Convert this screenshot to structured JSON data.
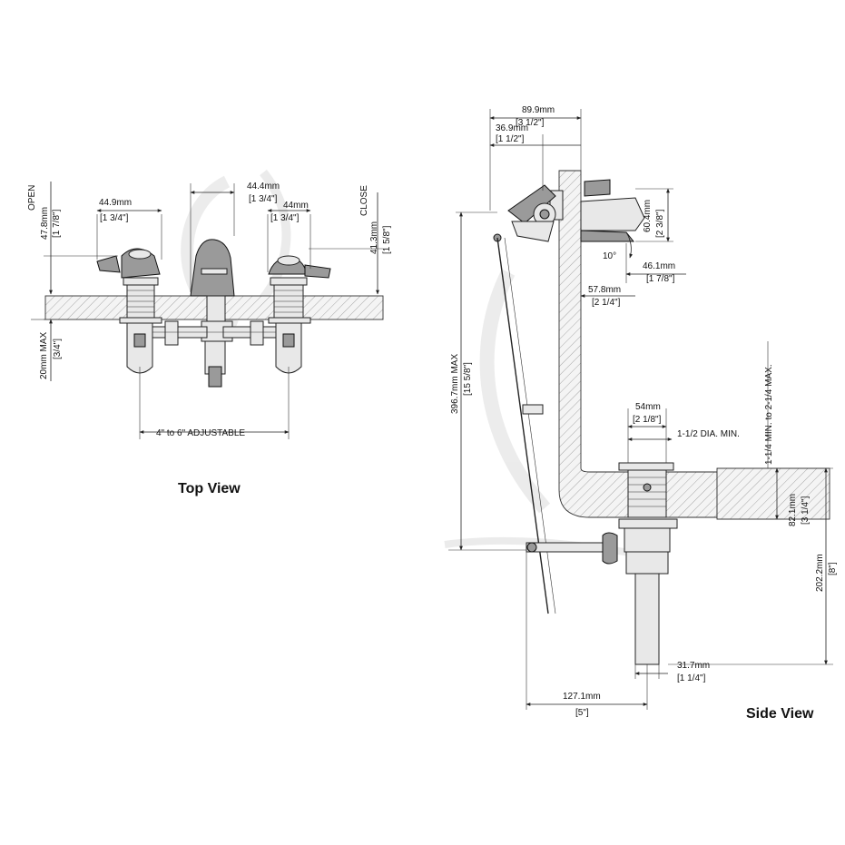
{
  "top_view": {
    "title": "Top View",
    "open_label": "OPEN",
    "close_label": "CLOSE",
    "dim_open_height": {
      "mm": "47.8mm",
      "in": "[1 7/8\"]"
    },
    "dim_left_handle": {
      "mm": "44.9mm",
      "in": "[1 3/4\"]"
    },
    "dim_spout": {
      "mm": "44.4mm",
      "in": "[1 3/4\"]"
    },
    "dim_right_handle": {
      "mm": "44mm",
      "in": "[1 3/4\"]"
    },
    "dim_close_height": {
      "mm": "41.3mm",
      "in": "[1 5/8\"]"
    },
    "dim_deck_max": {
      "mm": "20mm MAX",
      "in": "[3/4\"]"
    },
    "dim_spread": "4\" to 6\" ADJUSTABLE"
  },
  "side_view": {
    "title": "Side View",
    "dim_overall": {
      "mm": "89.9mm",
      "in": "[3 1/2\"]"
    },
    "dim_handle": {
      "mm": "36.9mm",
      "in": "[1 1/2\"]"
    },
    "dim_height": {
      "mm": "60.4mm",
      "in": "[2 3/8\"]"
    },
    "angle": "10°",
    "dim_spout_reach": {
      "mm": "46.1mm",
      "in": "[1 7/8\"]"
    },
    "dim_body": {
      "mm": "57.8mm",
      "in": "[2 1/4\"]"
    },
    "dim_rod_max": {
      "mm": "396.7mm MAX",
      "in": "[15 5/8\"]"
    },
    "dim_drain_flange": {
      "mm": "54mm",
      "in": "[2 1/8\"]"
    },
    "drain_hole_note": "1-1/2 DIA. MIN.",
    "deck_thickness_note": "1-1/4 MIN. to 2-1/4 MAX.",
    "dim_drain_body": {
      "mm": "82.1mm",
      "in": "[3 1/4\"]"
    },
    "dim_tailpiece_length": {
      "mm": "202.2mm",
      "in": "[8\"]"
    },
    "dim_tailpiece_dia": {
      "mm": "31.7mm",
      "in": "[1 1/4\"]"
    },
    "dim_pivot_offset": {
      "mm": "127.1mm",
      "in": "[5\"]"
    }
  }
}
